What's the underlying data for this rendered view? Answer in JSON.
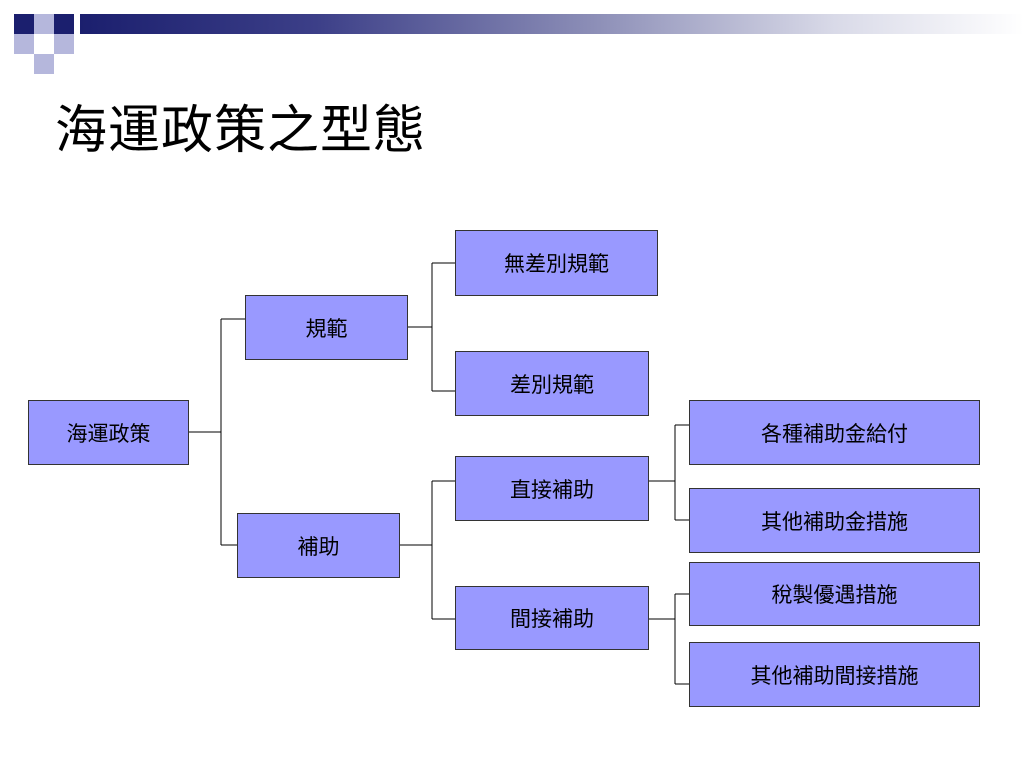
{
  "slide": {
    "title": "海運政策之型態",
    "colors": {
      "node_fill": "#9999ff",
      "node_border": "#333333",
      "header_dark": "#1b1f6e",
      "header_light": "#b5b7dc"
    }
  },
  "diagram": {
    "root": "海運政策",
    "level1": [
      "規範",
      "補助"
    ],
    "regulation_children": [
      "無差別規範",
      "差別規範"
    ],
    "subsidy_children": [
      "直接補助",
      "間接補助"
    ],
    "direct_children": [
      "各種補助金給付",
      "其他補助金措施"
    ],
    "indirect_children": [
      "稅製優遇措施",
      "其他補助間接措施"
    ]
  }
}
